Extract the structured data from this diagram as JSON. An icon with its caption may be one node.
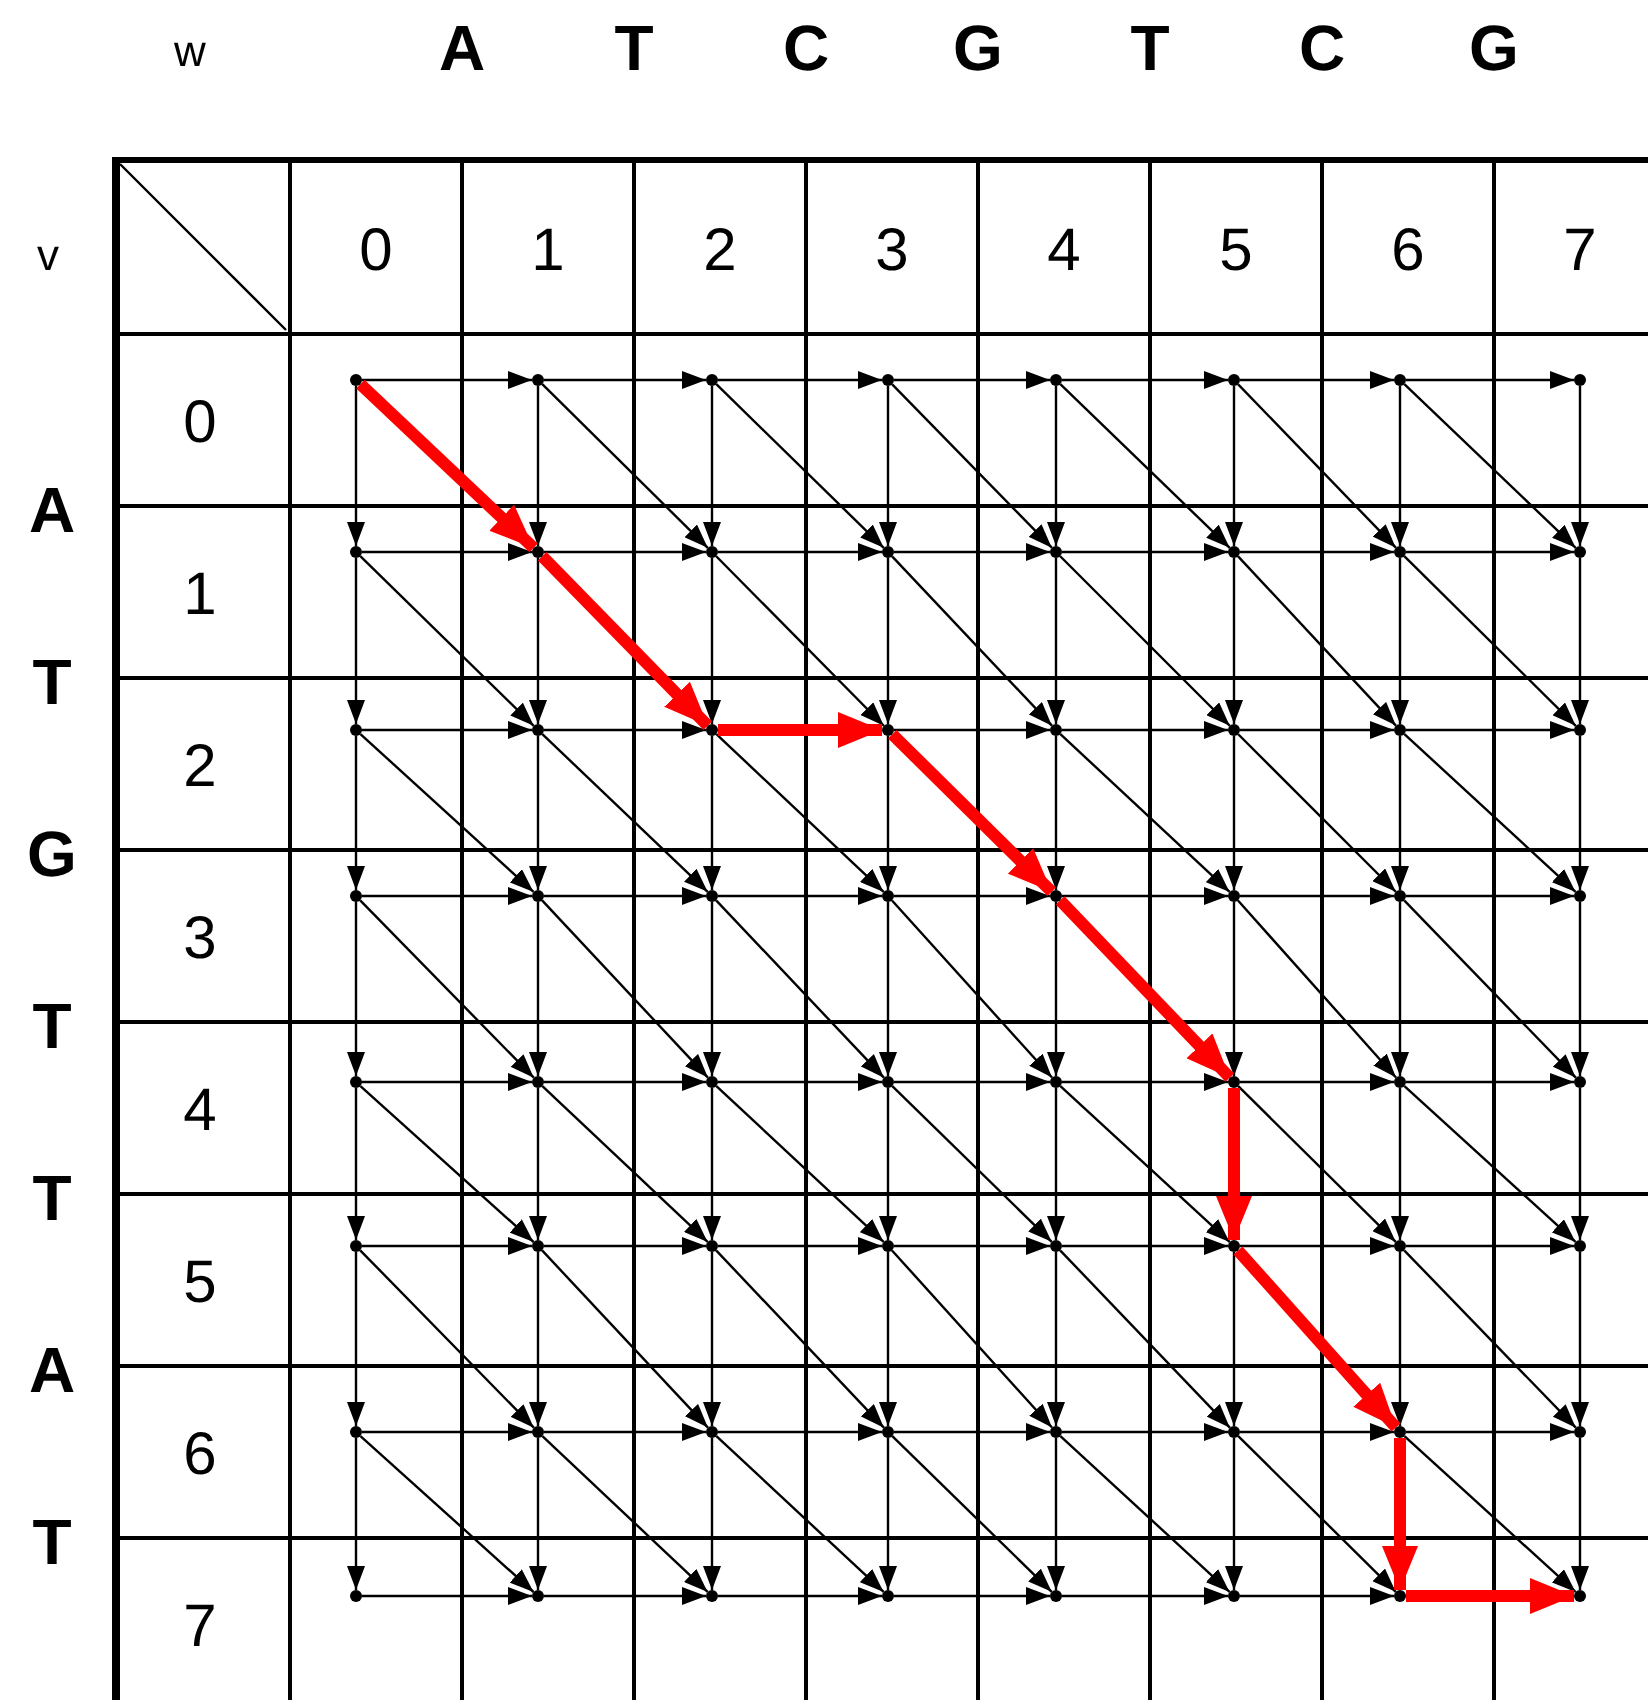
{
  "diagram": {
    "nodes": [
      {
        "text": [],
        "shape": "point"
      },
      {
        "text": [],
        "shape": "point"
      },
      {
        "text": [],
        "shape": "point"
      },
      {
        "text": [],
        "shape": "point"
      },
      {
        "text": [],
        "shape": "point"
      },
      {
        "text": [],
        "shape": "point"
      },
      {
        "text": [],
        "shape": "point"
      },
      {
        "text": [],
        "shape": "point"
      },
      {
        "text": [],
        "shape": "point"
      },
      {
        "text": [],
        "shape": "point"
      },
      {
        "text": [],
        "shape": "point"
      },
      {
        "text": [],
        "shape": "point"
      },
      {
        "text": [],
        "shape": "point"
      },
      {
        "text": [],
        "shape": "point"
      },
      {
        "text": [],
        "shape": "point"
      },
      {
        "text": [],
        "shape": "point"
      },
      {
        "text": [],
        "shape": "point"
      },
      {
        "text": [],
        "shape": "point"
      },
      {
        "text": [],
        "shape": "point"
      },
      {
        "text": [],
        "shape": "point"
      },
      {
        "text": [],
        "shape": "point"
      },
      {
        "text": [],
        "shape": "point"
      },
      {
        "text": [],
        "shape": "point"
      },
      {
        "text": [],
        "shape": "point"
      },
      {
        "text": [],
        "shape": "point"
      },
      {
        "text": [],
        "shape": "point"
      },
      {
        "text": [],
        "shape": "point"
      },
      {
        "text": [],
        "shape": "point"
      },
      {
        "text": [],
        "shape": "point"
      },
      {
        "text": [],
        "shape": "point"
      },
      {
        "text": [],
        "shape": "point"
      },
      {
        "text": [],
        "shape": "point"
      },
      {
        "text": [],
        "shape": "point"
      },
      {
        "text": [],
        "shape": "point"
      },
      {
        "text": [],
        "shape": "point"
      },
      {
        "text": [],
        "shape": "point"
      },
      {
        "text": [],
        "shape": "point"
      },
      {
        "text": [],
        "shape": "point"
      },
      {
        "text": [],
        "shape": "point"
      },
      {
        "text": [],
        "shape": "point"
      },
      {
        "text": [],
        "shape": "point"
      },
      {
        "text": [],
        "shape": "point"
      },
      {
        "text": [],
        "shape": "point"
      },
      {
        "text": [],
        "shape": "point"
      },
      {
        "text": [],
        "shape": "point"
      },
      {
        "text": [],
        "shape": "point"
      },
      {
        "text": [],
        "shape": "point"
      },
      {
        "text": [],
        "shape": "point"
      },
      {
        "text": [],
        "shape": "point"
      },
      {
        "text": [],
        "shape": "point"
      },
      {
        "text": [],
        "shape": "point"
      },
      {
        "text": [],
        "shape": "point"
      },
      {
        "text": [],
        "shape": "point"
      },
      {
        "text": [],
        "shape": "point"
      },
      {
        "text": [],
        "shape": "point"
      },
      {
        "text": [],
        "shape": "point"
      },
      {
        "text": [],
        "shape": "point"
      },
      {
        "text": [],
        "shape": "point"
      },
      {
        "text": [],
        "shape": "point"
      },
      {
        "text": [],
        "shape": "point"
      },
      {
        "text": [],
        "shape": "point"
      },
      {
        "text": [],
        "shape": "point"
      },
      {
        "text": [],
        "shape": "point"
      },
      {
        "text": [],
        "shape": "point"
      }
    ],
    "edges": [
      {
        "from": 0,
        "to": 1,
        "arrow": "to"
      },
      {
        "from": 0,
        "to": 8,
        "arrow": "to"
      },
      {
        "from": 0,
        "to": 9,
        "arrow": "to",
        "style": "thick",
        "color": "#ff0000"
      },
      {
        "from": 1,
        "to": 2,
        "arrow": "to"
      },
      {
        "from": 1,
        "to": 9,
        "arrow": "to"
      },
      {
        "from": 1,
        "to": 10,
        "arrow": "to"
      },
      {
        "from": 2,
        "to": 3,
        "arrow": "to"
      },
      {
        "from": 2,
        "to": 10,
        "arrow": "to"
      },
      {
        "from": 2,
        "to": 11,
        "arrow": "to"
      },
      {
        "from": 3,
        "to": 4,
        "arrow": "to"
      },
      {
        "from": 3,
        "to": 11,
        "arrow": "to"
      },
      {
        "from": 3,
        "to": 12,
        "arrow": "to"
      },
      {
        "from": 4,
        "to": 5,
        "arrow": "to"
      },
      {
        "from": 4,
        "to": 12,
        "arrow": "to"
      },
      {
        "from": 4,
        "to": 13,
        "arrow": "to"
      },
      {
        "from": 5,
        "to": 6,
        "arrow": "to"
      },
      {
        "from": 5,
        "to": 13,
        "arrow": "to"
      },
      {
        "from": 5,
        "to": 14,
        "arrow": "to"
      },
      {
        "from": 6,
        "to": 7,
        "arrow": "to"
      },
      {
        "from": 6,
        "to": 14,
        "arrow": "to"
      },
      {
        "from": 6,
        "to": 15,
        "arrow": "to"
      },
      {
        "from": 7,
        "to": 15,
        "arrow": "to"
      },
      {
        "from": 8,
        "to": 9,
        "arrow": "to"
      },
      {
        "from": 8,
        "to": 16,
        "arrow": "to"
      },
      {
        "from": 8,
        "to": 17,
        "arrow": "to"
      },
      {
        "from": 9,
        "to": 10,
        "arrow": "to"
      },
      {
        "from": 9,
        "to": 17,
        "arrow": "to"
      },
      {
        "from": 9,
        "to": 18,
        "arrow": "to",
        "style": "thick",
        "color": "#ff0000"
      },
      {
        "from": 10,
        "to": 11,
        "arrow": "to"
      },
      {
        "from": 10,
        "to": 18,
        "arrow": "to"
      },
      {
        "from": 10,
        "to": 19,
        "arrow": "to"
      },
      {
        "from": 11,
        "to": 12,
        "arrow": "to"
      },
      {
        "from": 11,
        "to": 19,
        "arrow": "to"
      },
      {
        "from": 11,
        "to": 20,
        "arrow": "to"
      },
      {
        "from": 12,
        "to": 13,
        "arrow": "to"
      },
      {
        "from": 12,
        "to": 20,
        "arrow": "to"
      },
      {
        "from": 12,
        "to": 21,
        "arrow": "to"
      },
      {
        "from": 13,
        "to": 14,
        "arrow": "to"
      },
      {
        "from": 13,
        "to": 21,
        "arrow": "to"
      },
      {
        "from": 13,
        "to": 22,
        "arrow": "to"
      },
      {
        "from": 14,
        "to": 15,
        "arrow": "to"
      },
      {
        "from": 14,
        "to": 22,
        "arrow": "to"
      },
      {
        "from": 14,
        "to": 23,
        "arrow": "to"
      },
      {
        "from": 15,
        "to": 23,
        "arrow": "to"
      },
      {
        "from": 16,
        "to": 17,
        "arrow": "to"
      },
      {
        "from": 16,
        "to": 24,
        "arrow": "to"
      },
      {
        "from": 16,
        "to": 25,
        "arrow": "to"
      },
      {
        "from": 17,
        "to": 18,
        "arrow": "to"
      },
      {
        "from": 17,
        "to": 25,
        "arrow": "to"
      },
      {
        "from": 17,
        "to": 26,
        "arrow": "to"
      },
      {
        "from": 18,
        "to": 19,
        "arrow": "to",
        "style": "thick",
        "color": "#ff0000"
      },
      {
        "from": 18,
        "to": 26,
        "arrow": "to"
      },
      {
        "from": 18,
        "to": 27,
        "arrow": "to"
      },
      {
        "from": 19,
        "to": 20,
        "arrow": "to"
      },
      {
        "from": 19,
        "to": 27,
        "arrow": "to"
      },
      {
        "from": 19,
        "to": 28,
        "arrow": "to",
        "style": "thick",
        "color": "#ff0000"
      },
      {
        "from": 20,
        "to": 21,
        "arrow": "to"
      },
      {
        "from": 20,
        "to": 28,
        "arrow": "to"
      },
      {
        "from": 20,
        "to": 29,
        "arrow": "to"
      },
      {
        "from": 21,
        "to": 22,
        "arrow": "to"
      },
      {
        "from": 21,
        "to": 29,
        "arrow": "to"
      },
      {
        "from": 21,
        "to": 30,
        "arrow": "to"
      },
      {
        "from": 22,
        "to": 23,
        "arrow": "to"
      },
      {
        "from": 22,
        "to": 30,
        "arrow": "to"
      },
      {
        "from": 22,
        "to": 31,
        "arrow": "to"
      },
      {
        "from": 23,
        "to": 31,
        "arrow": "to"
      },
      {
        "from": 24,
        "to": 25,
        "arrow": "to"
      },
      {
        "from": 24,
        "to": 32,
        "arrow": "to"
      },
      {
        "from": 24,
        "to": 33,
        "arrow": "to"
      },
      {
        "from": 25,
        "to": 26,
        "arrow": "to"
      },
      {
        "from": 25,
        "to": 33,
        "arrow": "to"
      },
      {
        "from": 25,
        "to": 34,
        "arrow": "to"
      },
      {
        "from": 26,
        "to": 27,
        "arrow": "to"
      },
      {
        "from": 26,
        "to": 34,
        "arrow": "to"
      },
      {
        "from": 26,
        "to": 35,
        "arrow": "to"
      },
      {
        "from": 27,
        "to": 28,
        "arrow": "to"
      },
      {
        "from": 27,
        "to": 35,
        "arrow": "to"
      },
      {
        "from": 27,
        "to": 36,
        "arrow": "to"
      },
      {
        "from": 28,
        "to": 29,
        "arrow": "to"
      },
      {
        "from": 28,
        "to": 36,
        "arrow": "to"
      },
      {
        "from": 28,
        "to": 37,
        "arrow": "to",
        "style": "thick",
        "color": "#ff0000"
      },
      {
        "from": 29,
        "to": 30,
        "arrow": "to"
      },
      {
        "from": 29,
        "to": 37,
        "arrow": "to"
      },
      {
        "from": 29,
        "to": 38,
        "arrow": "to"
      },
      {
        "from": 30,
        "to": 31,
        "arrow": "to"
      },
      {
        "from": 30,
        "to": 38,
        "arrow": "to"
      },
      {
        "from": 30,
        "to": 39,
        "arrow": "to"
      },
      {
        "from": 31,
        "to": 39,
        "arrow": "to"
      },
      {
        "from": 32,
        "to": 33,
        "arrow": "to"
      },
      {
        "from": 32,
        "to": 40,
        "arrow": "to"
      },
      {
        "from": 32,
        "to": 41,
        "arrow": "to"
      },
      {
        "from": 33,
        "to": 34,
        "arrow": "to"
      },
      {
        "from": 33,
        "to": 41,
        "arrow": "to"
      },
      {
        "from": 33,
        "to": 42,
        "arrow": "to"
      },
      {
        "from": 34,
        "to": 35,
        "arrow": "to"
      },
      {
        "from": 34,
        "to": 42,
        "arrow": "to"
      },
      {
        "from": 34,
        "to": 43,
        "arrow": "to"
      },
      {
        "from": 35,
        "to": 36,
        "arrow": "to"
      },
      {
        "from": 35,
        "to": 43,
        "arrow": "to"
      },
      {
        "from": 35,
        "to": 44,
        "arrow": "to"
      },
      {
        "from": 36,
        "to": 37,
        "arrow": "to"
      },
      {
        "from": 36,
        "to": 44,
        "arrow": "to"
      },
      {
        "from": 36,
        "to": 45,
        "arrow": "to"
      },
      {
        "from": 37,
        "to": 38,
        "arrow": "to"
      },
      {
        "from": 37,
        "to": 45,
        "arrow": "to",
        "style": "thick",
        "color": "#ff0000"
      },
      {
        "from": 37,
        "to": 46,
        "arrow": "to"
      },
      {
        "from": 38,
        "to": 39,
        "arrow": "to"
      },
      {
        "from": 38,
        "to": 46,
        "arrow": "to"
      },
      {
        "from": 38,
        "to": 47,
        "arrow": "to"
      },
      {
        "from": 39,
        "to": 47,
        "arrow": "to"
      },
      {
        "from": 40,
        "to": 41,
        "arrow": "to"
      },
      {
        "from": 40,
        "to": 48,
        "arrow": "to"
      },
      {
        "from": 40,
        "to": 49,
        "arrow": "to"
      },
      {
        "from": 41,
        "to": 42,
        "arrow": "to"
      },
      {
        "from": 41,
        "to": 49,
        "arrow": "to"
      },
      {
        "from": 41,
        "to": 50,
        "arrow": "to"
      },
      {
        "from": 42,
        "to": 43,
        "arrow": "to"
      },
      {
        "from": 42,
        "to": 50,
        "arrow": "to"
      },
      {
        "from": 42,
        "to": 51,
        "arrow": "to"
      },
      {
        "from": 43,
        "to": 44,
        "arrow": "to"
      },
      {
        "from": 43,
        "to": 51,
        "arrow": "to"
      },
      {
        "from": 43,
        "to": 52,
        "arrow": "to"
      },
      {
        "from": 44,
        "to": 45,
        "arrow": "to"
      },
      {
        "from": 44,
        "to": 52,
        "arrow": "to"
      },
      {
        "from": 44,
        "to": 53,
        "arrow": "to"
      },
      {
        "from": 45,
        "to": 46,
        "arrow": "to"
      },
      {
        "from": 45,
        "to": 53,
        "arrow": "to"
      },
      {
        "from": 45,
        "to": 54,
        "arrow": "to",
        "style": "thick",
        "color": "#ff0000"
      },
      {
        "from": 46,
        "to": 47,
        "arrow": "to"
      },
      {
        "from": 46,
        "to": 54,
        "arrow": "to"
      },
      {
        "from": 46,
        "to": 55,
        "arrow": "to"
      },
      {
        "from": 47,
        "to": 55,
        "arrow": "to"
      },
      {
        "from": 48,
        "to": 49,
        "arrow": "to"
      },
      {
        "from": 48,
        "to": 56,
        "arrow": "to"
      },
      {
        "from": 48,
        "to": 57,
        "arrow": "to"
      },
      {
        "from": 49,
        "to": 50,
        "arrow": "to"
      },
      {
        "from": 49,
        "to": 57,
        "arrow": "to"
      },
      {
        "from": 49,
        "to": 58,
        "arrow": "to"
      },
      {
        "from": 50,
        "to": 51,
        "arrow": "to"
      },
      {
        "from": 50,
        "to": 58,
        "arrow": "to"
      },
      {
        "from": 50,
        "to": 59,
        "arrow": "to"
      },
      {
        "from": 51,
        "to": 52,
        "arrow": "to"
      },
      {
        "from": 51,
        "to": 59,
        "arrow": "to"
      },
      {
        "from": 51,
        "to": 60,
        "arrow": "to"
      },
      {
        "from": 52,
        "to": 53,
        "arrow": "to"
      },
      {
        "from": 52,
        "to": 60,
        "arrow": "to"
      },
      {
        "from": 52,
        "to": 61,
        "arrow": "to"
      },
      {
        "from": 53,
        "to": 54,
        "arrow": "to"
      },
      {
        "from": 53,
        "to": 61,
        "arrow": "to"
      },
      {
        "from": 53,
        "to": 62,
        "arrow": "to"
      },
      {
        "from": 54,
        "to": 55,
        "arrow": "to"
      },
      {
        "from": 54,
        "to": 62,
        "arrow": "to",
        "style": "thick",
        "color": "#ff0000"
      },
      {
        "from": 54,
        "to": 63,
        "arrow": "to"
      },
      {
        "from": 55,
        "to": 63,
        "arrow": "to"
      },
      {
        "from": 56,
        "to": 57,
        "arrow": "to"
      },
      {
        "from": 57,
        "to": 58,
        "arrow": "to"
      },
      {
        "from": 58,
        "to": 59,
        "arrow": "to"
      },
      {
        "from": 59,
        "to": 60,
        "arrow": "to"
      },
      {
        "from": 60,
        "to": 61,
        "arrow": "to"
      },
      {
        "from": 61,
        "to": 62,
        "arrow": "to"
      },
      {
        "from": 62,
        "to": 63,
        "arrow": "to",
        "style": "thick",
        "color": "#ff0000"
      }
    ],
    "labels": [
      "w",
      "A",
      "T",
      "C",
      "G",
      "T",
      "C",
      "G",
      "v",
      "0",
      "1",
      "2",
      "3",
      "4",
      "5",
      "6",
      "7",
      "0",
      "A",
      "1",
      "T",
      "2",
      "G",
      "3",
      "T",
      "4",
      "T",
      "5",
      "A",
      "6",
      "T",
      "7"
    ]
  }
}
